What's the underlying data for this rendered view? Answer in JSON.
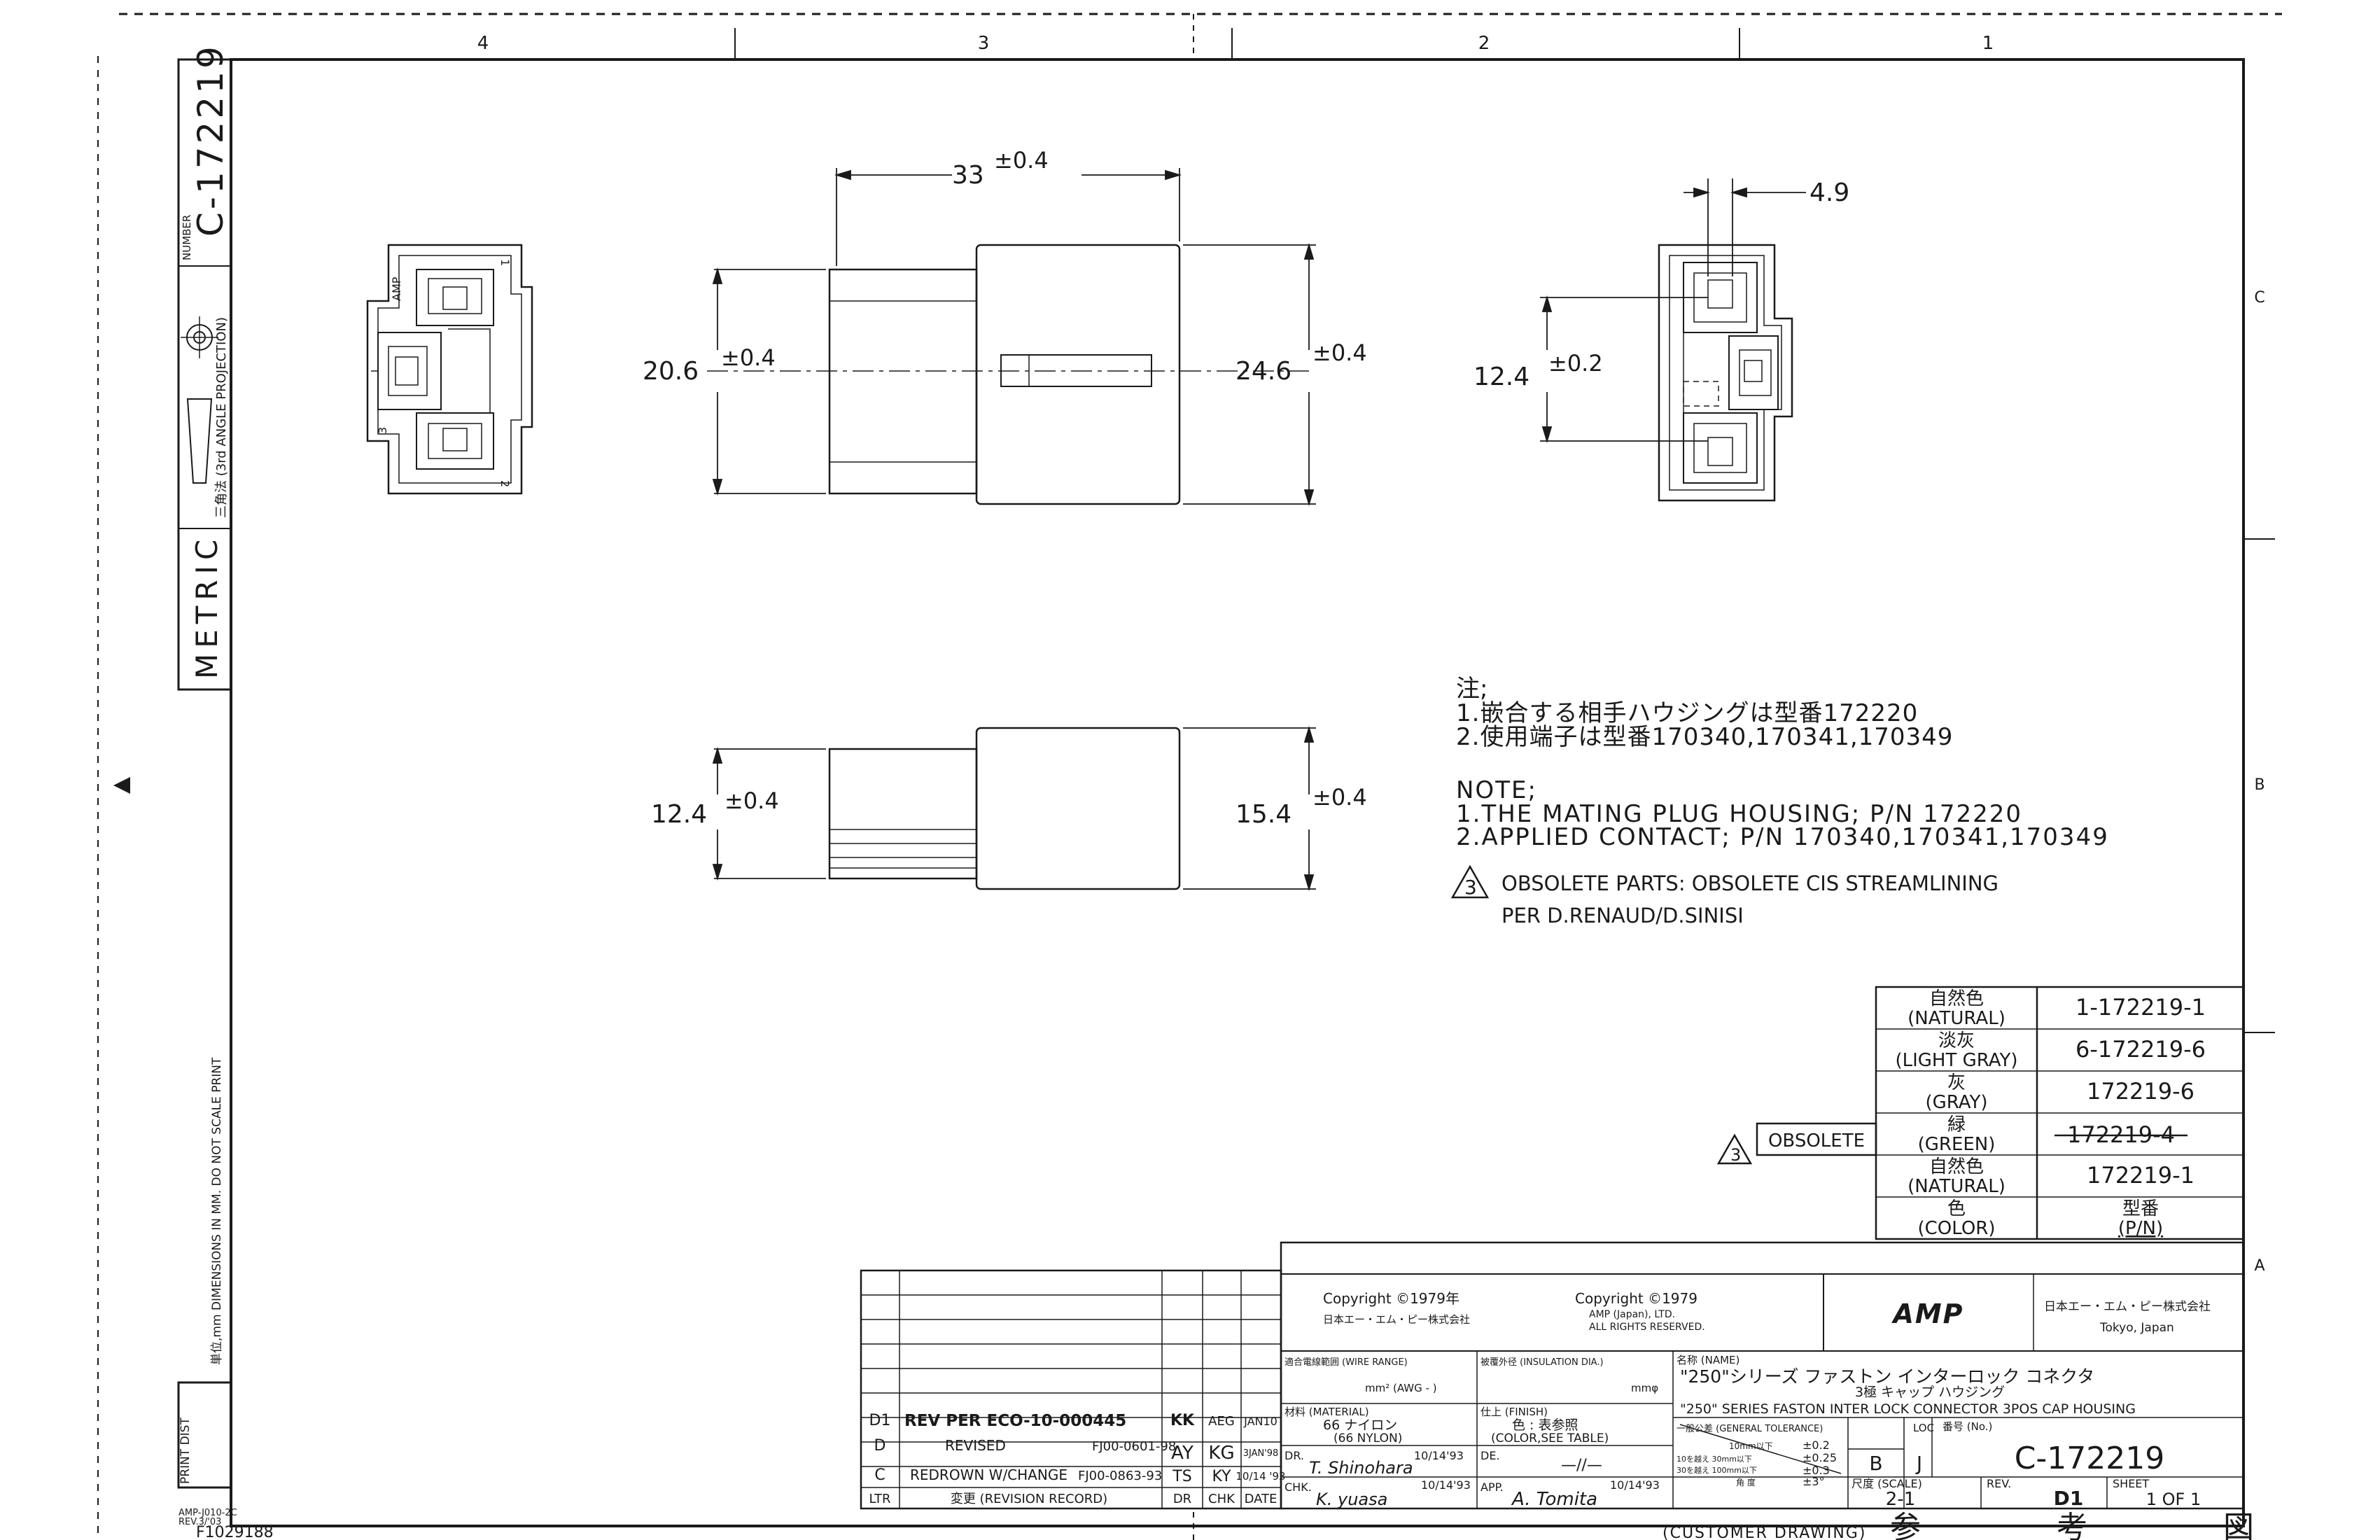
{
  "zone_columns": [
    "4",
    "3",
    "2",
    "1"
  ],
  "zone_rows": [
    "C",
    "B",
    "A"
  ],
  "side_panel": {
    "number_label": "NUMBER",
    "number": "C-172219",
    "projection": "三角法 (3rd ANGLE PROJECTION)",
    "metric": "METRIC",
    "note": "単位,mm DIMENSIONS IN MM. DO NOT SCALE PRINT",
    "print_dist": "PRINT DIST",
    "form_id": "AMP-J010-2C",
    "form_rev": "REV.3/'03",
    "film_no": "F1029188"
  },
  "front_view": {
    "amp_mark": "AMP",
    "pin_1": "1",
    "pin_2": "2",
    "pin_3": "3"
  },
  "dimensions": {
    "length": "33",
    "length_tol": "±0.4",
    "height_left": "20.6",
    "height_left_tol": "±0.4",
    "height_right": "24.6",
    "height_right_tol": "±0.4",
    "rear_width": "4.9",
    "rear_height": "12.4",
    "rear_height_tol": "±0.2",
    "bottom_left": "12.4",
    "bottom_left_tol": "±0.4",
    "bottom_right": "15.4",
    "bottom_right_tol": "±0.4"
  },
  "notes_jp": {
    "header": "注;",
    "line1": "1.嵌合する相手ハウジングは型番172220",
    "line2": "2.使用端子は型番170340,170341,170349"
  },
  "notes_en": {
    "header": "NOTE;",
    "line1": "1.THE MATING PLUG HOUSING; P/N 172220",
    "line2": "2.APPLIED CONTACT; P/N 170340,170341,170349"
  },
  "obsolete_note": {
    "symbol": "3",
    "line1": "OBSOLETE PARTS: OBSOLETE CIS STREAMLINING",
    "line2": "PER D.RENAUD/D.SINISI"
  },
  "color_table": {
    "rows": [
      {
        "color_jp": "自然色",
        "color_en": "(NATURAL)",
        "pn": "1-172219-1",
        "struck": false
      },
      {
        "color_jp": "淡灰",
        "color_en": "(LIGHT GRAY)",
        "pn": "6-172219-6",
        "struck": false
      },
      {
        "color_jp": "灰",
        "color_en": "(GRAY)",
        "pn": "172219-6",
        "struck": false
      },
      {
        "color_jp": "緑",
        "color_en": "(GREEN)",
        "pn": "172219-4",
        "struck": true
      },
      {
        "color_jp": "自然色",
        "color_en": "(NATURAL)",
        "pn": "172219-1",
        "struck": false
      }
    ],
    "header_color_jp": "色",
    "header_color_en": "(COLOR)",
    "header_pn_jp": "型番",
    "header_pn_en": "(P/N)",
    "obsolete_symbol": "3",
    "obsolete_label": "OBSOLETE"
  },
  "revision_block": {
    "rows": [
      {
        "ltr": "D1",
        "desc": "REV PER ECO-10-000445",
        "ecn": "",
        "dr": "KK",
        "chk": "AEG",
        "date": "JAN10"
      },
      {
        "ltr": "D",
        "desc": "REVISED",
        "ecn": "FJ00-0601-98",
        "dr": "AY",
        "chk": "KG",
        "date": "3JAN'98"
      },
      {
        "ltr": "C",
        "desc": "REDROWN W/CHANGE",
        "ecn": "FJ00-0863-93",
        "dr": "TS",
        "chk": "KY",
        "date": "10/14 '93"
      }
    ],
    "header": {
      "ltr": "LTR",
      "desc": "変更 (REVISION RECORD)",
      "dr": "DR",
      "chk": "CHK",
      "date": "DATE"
    }
  },
  "title_block": {
    "copyright_left_1": "Copyright ©1979年",
    "copyright_left_2": "日本エー・エム・ピー株式会社",
    "copyright_right_1": "Copyright ©1979",
    "copyright_right_2": "AMP (Japan), LTD.",
    "copyright_right_3": "ALL RIGHTS RESERVED.",
    "logo": "AMP",
    "company_jp": "日本エー・エム・ピー株式会社",
    "company_city": "Tokyo, Japan",
    "wire_range_label": "適合電線範囲 (WIRE RANGE)",
    "wire_range_value": "mm² (AWG  -  )",
    "insulation_label": "被覆外径 (INSULATION DIA.)",
    "insulation_value": "mmφ",
    "name_label": "名称 (NAME)",
    "name_jp_1": "\"250\"シリーズ ファストン インターロック コネクタ",
    "name_jp_2": "3極 キャップ ハウジング",
    "name_en": "\"250\" SERIES FASTON INTER LOCK CONNECTOR 3POS CAP HOUSING",
    "material_label": "材料 (MATERIAL)",
    "material_jp": "66 ナイロン",
    "material_en": "(66 NYLON)",
    "finish_label": "仕上 (FINISH)",
    "finish_jp": "色 : 表参照",
    "finish_en": "(COLOR,SEE TABLE)",
    "tolerance_label": "一般公差 (GENERAL TOLERANCE)",
    "tol_rows": [
      {
        "range": "10mm以下",
        "value": "±0.2"
      },
      {
        "range": "10を越え 30mm以下",
        "value": "±0.25"
      },
      {
        "range": "30を越え 100mm以下",
        "value": "±0.3"
      },
      {
        "range": "角 度",
        "value": "±3°"
      }
    ],
    "size_label": "B",
    "loc_label": "LOC",
    "loc_value": "J",
    "dwg_no_label": "番号 (No.)",
    "dwg_no": "C-172219",
    "scale_label": "尺度 (SCALE)",
    "scale_value": "2-1",
    "rev_label": "REV.",
    "rev_value": "D1",
    "sheet_label": "SHEET",
    "sheet_value": "1 OF 1",
    "dr_label": "DR.",
    "dr_sig": "T. Shinohara",
    "dr_date": "10/14'93",
    "de_label": "DE.",
    "de_value": "—//—",
    "chk_label": "CHK.",
    "chk_sig": "K. yuasa",
    "chk_date": "10/14'93",
    "app_label": "APP.",
    "app_sig": "A. Tomita",
    "app_date": "10/14'93"
  },
  "footer": {
    "customer_drawing": "(CUSTOMER DRAWING)",
    "reference_drawing": "参 考 図 面"
  }
}
